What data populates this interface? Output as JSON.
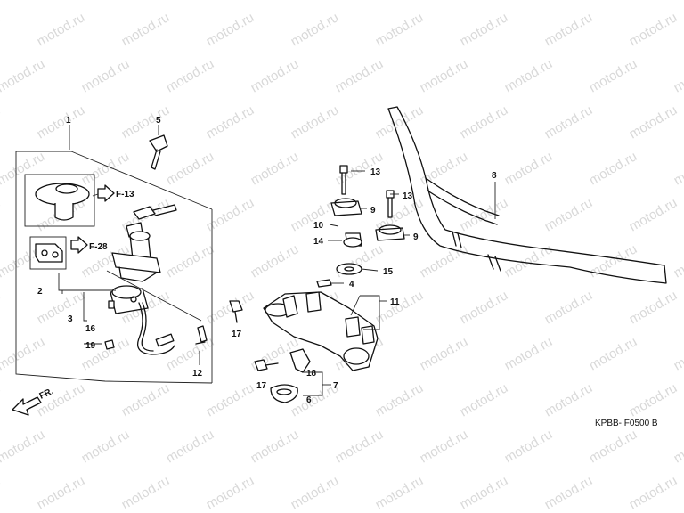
{
  "watermark": "motod.ru",
  "callouts": {
    "c1": "1",
    "c2": "2",
    "c3": "3",
    "c4": "4",
    "c5": "5",
    "c6": "6",
    "c7": "7",
    "c8": "8",
    "c9a": "9",
    "c9b": "9",
    "c10": "10",
    "c11": "11",
    "c12": "12",
    "c13a": "13",
    "c13b": "13",
    "c14": "14",
    "c15": "15",
    "c16": "16",
    "c17a": "17",
    "c17b": "17",
    "c18": "18",
    "c19": "19"
  },
  "refs": {
    "f13": "F-13",
    "f28": "F-28"
  },
  "direction": "FR.",
  "diagram_code": "KPBB- F0500 B"
}
